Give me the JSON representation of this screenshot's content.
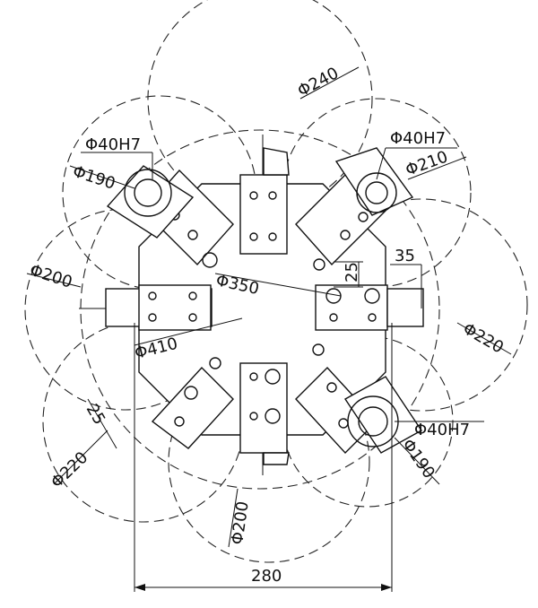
{
  "drawing": {
    "labels": {
      "phi240": "Φ240",
      "phi40h7_top_left": "Φ40H7",
      "phi40h7_top_right": "Φ40H7",
      "phi190_left": "Φ190",
      "phi210": "Φ210",
      "phi200_left": "Φ200",
      "phi350": "Φ350",
      "dim25_right": "25",
      "dim35": "35",
      "phi220_right": "Φ220",
      "phi410": "Φ410",
      "dim25_left": "25",
      "phi220_left": "Φ220",
      "phi40h7_bottom_right": "Φ40H7",
      "phi190_right": "Φ190",
      "phi200_bottom": "Φ200",
      "dim280": "280"
    }
  }
}
